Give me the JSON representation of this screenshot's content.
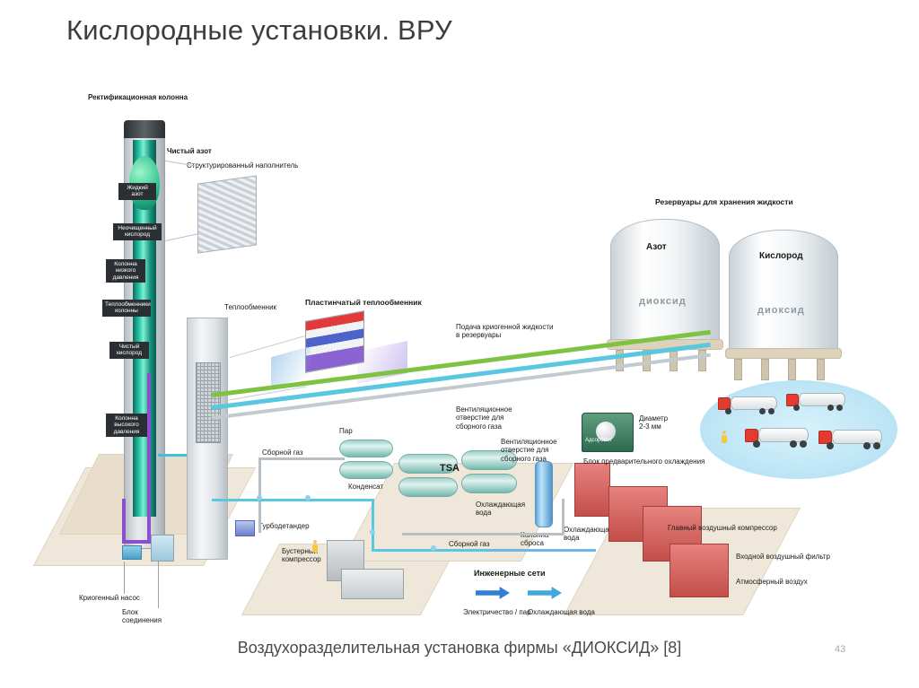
{
  "slide": {
    "title": "Кислородные установки. ВРУ",
    "caption": "Воздухоразделительная установка фирмы «ДИОКСИД» [8]",
    "page_number": "43"
  },
  "diagram": {
    "name": "air-separation-unit-schematic",
    "labels": {
      "rectification_column": "Ректификационная колонна",
      "pure_nitrogen": "Чистый азот",
      "liquid_nitrogen": "Жидкий\nазот",
      "impure_oxygen": "Неочищенный\nкислород",
      "low_pressure_column": "Колонна\nнизкого\nдавления",
      "column_heat_exchangers": "Теплообменники\nколонны",
      "pure_oxygen": "Чистый\nкислород",
      "high_pressure_column": "Колонна\nвысокого\nдавления",
      "structured_packing": "Структурированный наполнитель",
      "heat_exchanger": "Теплообменник",
      "plate_heat_exchanger": "Пластинчатый теплообменник",
      "storage_tanks": "Резервуары для хранения жидкости",
      "tank_nitrogen": "Азот",
      "tank_oxygen": "Кислород",
      "tank_brand": "диоксид",
      "cryogenic_liquid_supply": "Подача криогенной жидкости\nв резервуары",
      "cryogenic_pump": "Криогенный насос",
      "connection_block": "Блок\nсоединения",
      "turboexpander": "Турбодетандер",
      "booster_compressor": "Бустерный\nкомпрессор",
      "steam": "Пар",
      "condensate": "Конденсат",
      "discharge_gas_1": "Сборной газ",
      "discharge_gas_2": "Сборной газ",
      "tsa": "TSA",
      "vent_hole_1": "Вентиляционное\nотверстие для\nсборного газа",
      "vent_hole_2": "Вентиляционное\nотверстие для\nсборного газа",
      "cooling_water_1": "Охлаждающая\nвода",
      "cooling_water_2": "Охлаждающая\nвода",
      "discharge_column": "Колонна\nсброса",
      "adsorbent": "Адсорбент",
      "diameter": "Диаметр\n2-3 мм",
      "precooling_block": "Блок предварительного охлаждения",
      "main_air_compressor": "Главный воздушный компрессор",
      "inlet_air_filter": "Входной воздушный фильтр",
      "atmospheric_air": "Атмосферный воздух",
      "utilities": "Инженерные сети",
      "electricity_steam": "Электричество / пар",
      "cooling_water_legend": "Охлаждающая вода"
    },
    "colors": {
      "column_teal": "#1fae90",
      "pipe_green": "#7dc242",
      "pipe_cyan": "#3fc1d8",
      "pipe_purple": "#8a4fd1",
      "pipe_blue": "#2f7fd4",
      "compressor_red": "#c44e4a",
      "tank_white": "#f4f6f7"
    }
  }
}
